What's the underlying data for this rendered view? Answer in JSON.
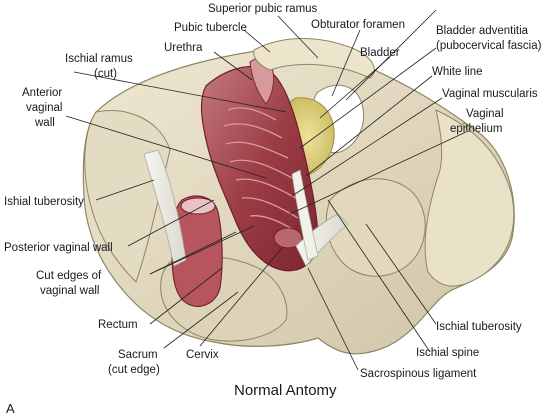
{
  "figure": {
    "caption": "Normal Antomy",
    "panel_letter": "A"
  },
  "labels": {
    "superior_pubic_ramus": "Superior pubic ramus",
    "pubic_tubercle": "Pubic tubercle",
    "obturator_foramen": "Obturator foramen",
    "urethra": "Urethra",
    "bladder": "Bladder",
    "bladder_adventitia_1": "Bladder adventitia",
    "bladder_adventitia_2": "(pubocervical fascia)",
    "ischial_ramus_1": "Ischial ramus",
    "ischial_ramus_2": "(cut)",
    "white_line": "White line",
    "anterior_vaginal_wall_1": "Anterior",
    "anterior_vaginal_wall_2": "vaginal",
    "anterior_vaginal_wall_3": "wall",
    "vaginal_muscularis": "Vaginal muscularis",
    "vaginal_epithelium_1": "Vaginal",
    "vaginal_epithelium_2": "epithelium",
    "ishial_tuberosity_left": "Ishial tuberosity",
    "posterior_vaginal_wall": "Posterior vaginal wall",
    "cut_edges_1": "Cut edges of",
    "cut_edges_2": "vaginal wall",
    "rectum": "Rectum",
    "sacrum_1": "Sacrum",
    "sacrum_2": "(cut edge)",
    "cervix": "Cervix",
    "ischial_tuberosity_right": "Ischial tuberosity",
    "ischial_spine": "Ischial spine",
    "sacrospinous_ligament": "Sacrospinous ligament"
  }
}
